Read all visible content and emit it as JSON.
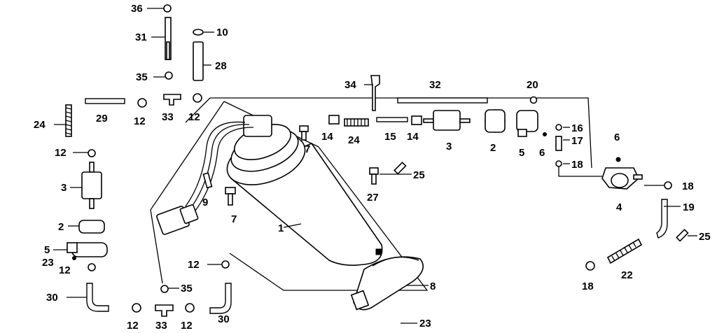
{
  "diagram": {
    "labels": {
      "l1": "1",
      "l2a": "2",
      "l2b": "2",
      "l3a": "3",
      "l3b": "3",
      "l4": "4",
      "l5a": "5",
      "l5b": "5",
      "l6a": "6",
      "l6b": "6",
      "l7a": "7",
      "l7b": "7",
      "l8": "8",
      "l9": "9",
      "l10": "10",
      "l12a": "12",
      "l12b": "12",
      "l12c": "12",
      "l12d": "12",
      "l12e": "12",
      "l12f": "12",
      "l12g": "12",
      "l14a": "14",
      "l14b": "14",
      "l15": "15",
      "l16": "16",
      "l17": "17",
      "l18a": "18",
      "l18b": "18",
      "l18c": "18",
      "l19": "19",
      "l20": "20",
      "l22": "22",
      "l23a": "23",
      "l23b": "23",
      "l24a": "24",
      "l24b": "24",
      "l25a": "25",
      "l25b": "25",
      "l27": "27",
      "l28": "28",
      "l29": "29",
      "l30a": "30",
      "l30b": "30",
      "l31": "31",
      "l32": "32",
      "l33a": "33",
      "l33b": "33",
      "l34": "34",
      "l35a": "35",
      "l35b": "35",
      "l36": "36"
    }
  }
}
